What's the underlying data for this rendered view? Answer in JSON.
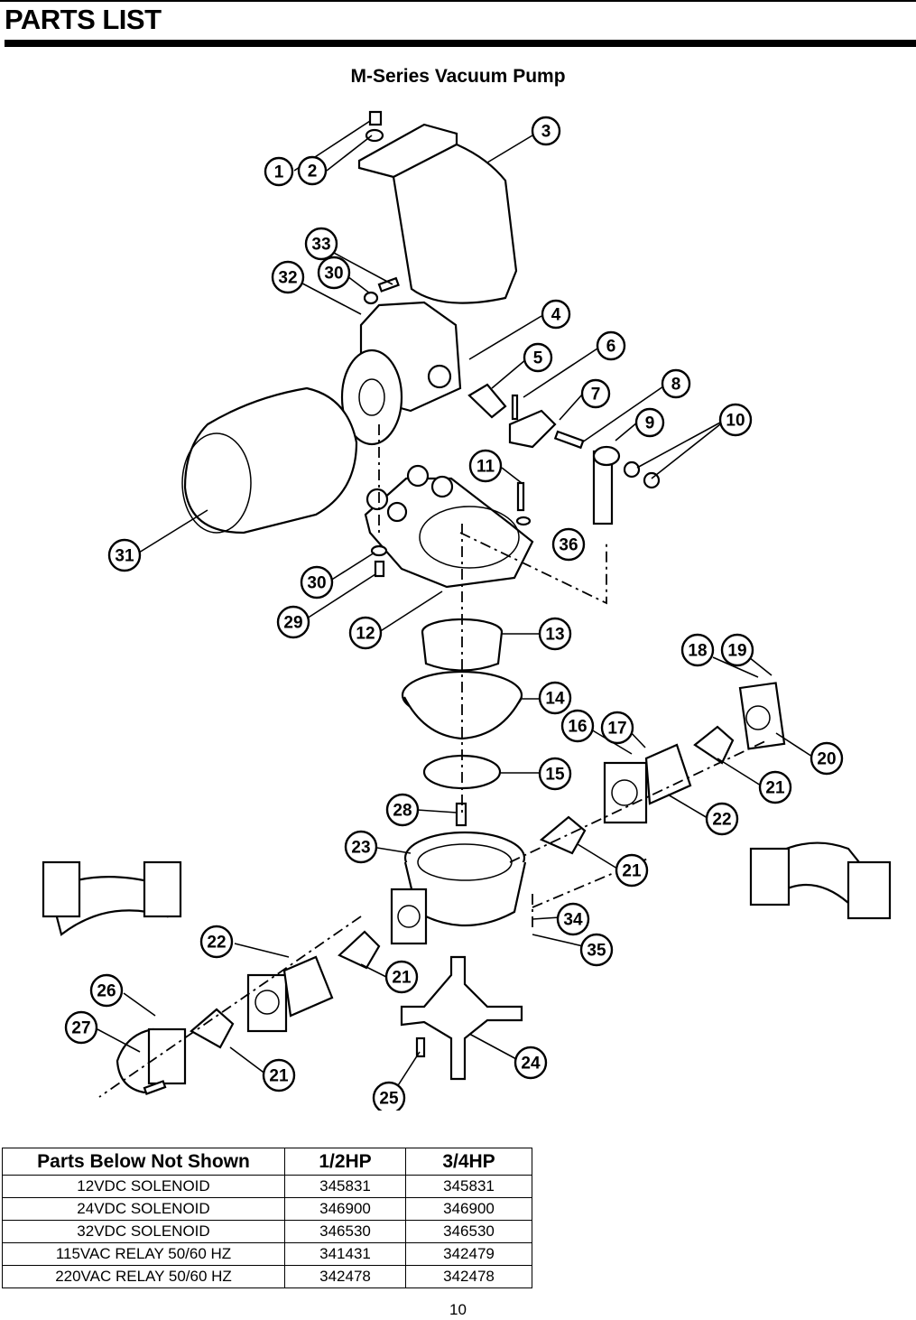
{
  "header": {
    "title": "PARTS LIST"
  },
  "diagram": {
    "title": "M-Series Vacuum Pump",
    "callouts": [
      "1",
      "2",
      "3",
      "4",
      "5",
      "6",
      "7",
      "8",
      "9",
      "10",
      "11",
      "12",
      "13",
      "14",
      "15",
      "16",
      "17",
      "18",
      "19",
      "20",
      "21",
      "22",
      "23",
      "24",
      "25",
      "26",
      "27",
      "28",
      "29",
      "30",
      "31",
      "32",
      "33",
      "34",
      "35",
      "36"
    ]
  },
  "table": {
    "headers": [
      "Parts Below Not Shown",
      "1/2HP",
      "3/4HP"
    ],
    "rows": [
      [
        "12VDC SOLENOID",
        "345831",
        "345831"
      ],
      [
        "24VDC SOLENOID",
        "346900",
        "346900"
      ],
      [
        "32VDC SOLENOID",
        "346530",
        "346530"
      ],
      [
        "115VAC RELAY 50/60 HZ",
        "341431",
        "342479"
      ],
      [
        "220VAC RELAY 50/60 HZ",
        "342478",
        "342478"
      ]
    ]
  },
  "footer": {
    "page_number": "10"
  }
}
